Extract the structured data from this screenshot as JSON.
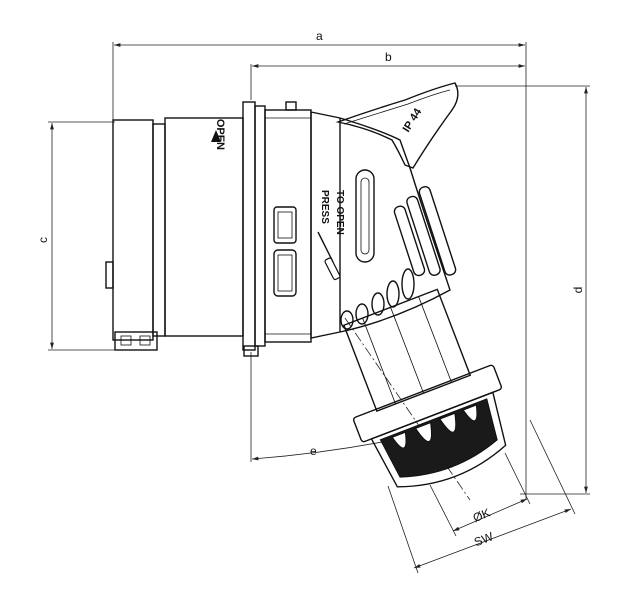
{
  "drawing": {
    "dimensions": {
      "a": "a",
      "b": "b",
      "c": "c",
      "d": "d",
      "e": "e",
      "phi_k": "ØK",
      "sw": "SW"
    },
    "body_text": {
      "open_label": "OPEN",
      "press_line1": "PRESS",
      "press_line2": "TO OPEN",
      "ip_rating": "IP 44"
    }
  }
}
